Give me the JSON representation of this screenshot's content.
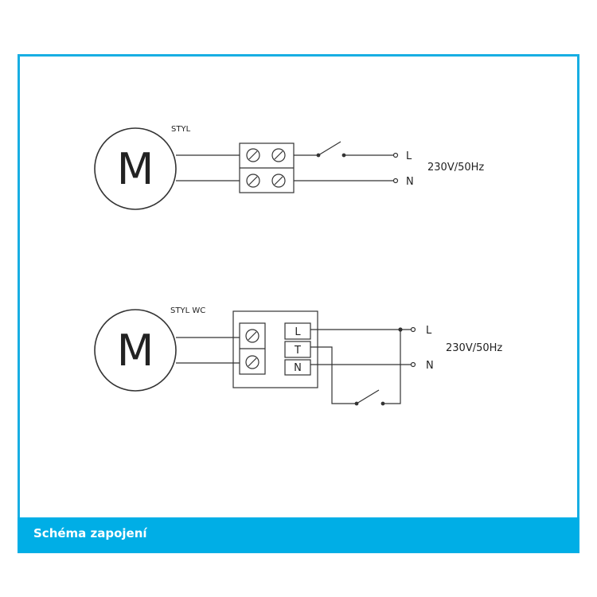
{
  "footer": {
    "title": "Schéma zapojení",
    "color": "#00aee6"
  },
  "diagram1": {
    "model": "STYL",
    "motor_label": "M",
    "live_label": "L",
    "neutral_label": "N",
    "supply": "230V/50Hz"
  },
  "diagram2": {
    "model": "STYL WC",
    "motor_label": "M",
    "terminal_live": "L",
    "terminal_timer": "T",
    "terminal_neutral": "N",
    "live_label": "L",
    "neutral_label": "N",
    "supply": "230V/50Hz"
  },
  "accent_color": "#17aee3"
}
